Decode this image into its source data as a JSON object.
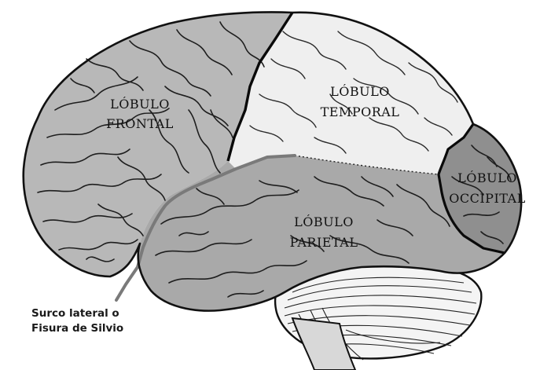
{
  "diagram": {
    "lobes": {
      "frontal": {
        "line1": "LÓBULO",
        "line2": "FRONTAL",
        "color": "#b8b8b8"
      },
      "temporal": {
        "line1": "LÓBULO",
        "line2": "TEMPORAL",
        "color": "#efefef"
      },
      "parietal": {
        "line1": "LÓBULO",
        "line2": "PARIETAL",
        "color": "#a9a9a9"
      },
      "occipital": {
        "line1": "LÓBULO",
        "line2": "OCCIPITAL",
        "color": "#8f8f8f"
      }
    },
    "callout": {
      "line1": "Surco lateral o",
      "line2": "Fisura de Silvio",
      "color": "#7a7a7a"
    },
    "cerebellum_color": "#f4f4f4",
    "background": "#ffffff"
  }
}
